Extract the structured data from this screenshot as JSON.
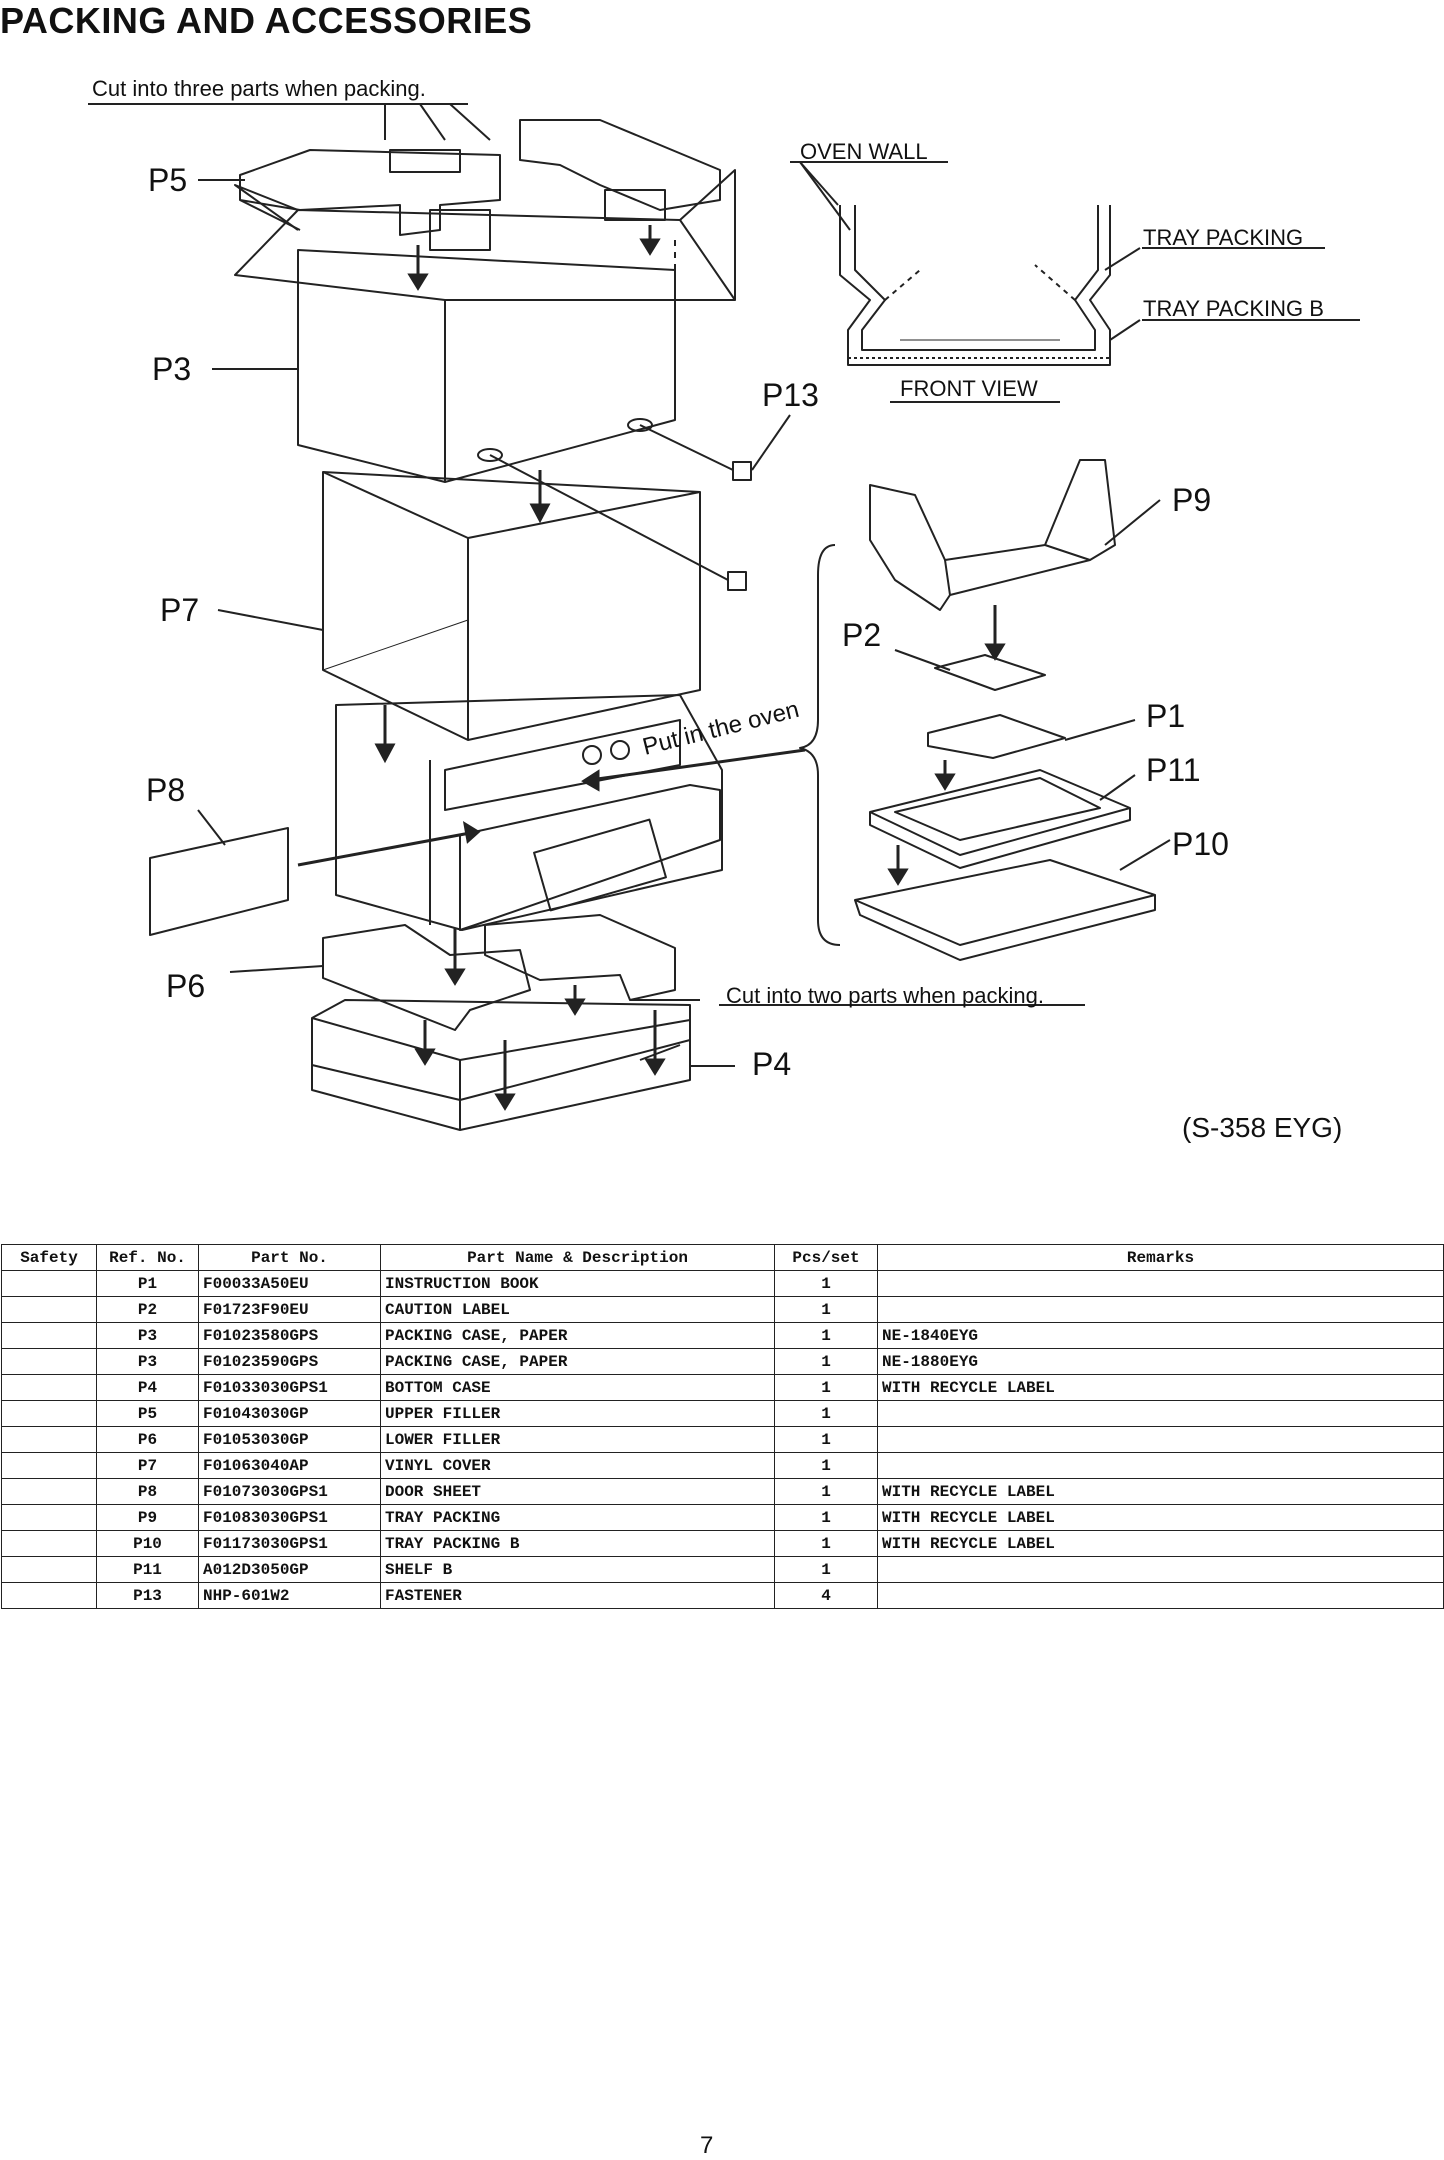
{
  "header": {
    "title": "PACKING AND ACCESSORIES"
  },
  "diagram": {
    "notes": {
      "cut_three": "Cut into three parts when packing.",
      "put_in_oven": "Put in the oven",
      "cut_two": "Cut into two parts when packing."
    },
    "front_view": {
      "oven_wall": "OVEN WALL",
      "tray_packing": "TRAY PACKING",
      "tray_packing_b": "TRAY PACKING B",
      "caption": "FRONT VIEW"
    },
    "labels": {
      "p1": "P1",
      "p2": "P2",
      "p3": "P3",
      "p4": "P4",
      "p5": "P5",
      "p6": "P6",
      "p7": "P7",
      "p8": "P8",
      "p9": "P9",
      "p10": "P10",
      "p11": "P11",
      "p13": "P13"
    },
    "model_code": "(S-358 EYG)"
  },
  "table": {
    "headers": [
      "Safety",
      "Ref. No.",
      "Part No.",
      "Part Name & Description",
      "Pcs/set",
      "Remarks"
    ],
    "rows": [
      [
        "",
        "P1",
        "F00033A50EU",
        "INSTRUCTION BOOK",
        "1",
        ""
      ],
      [
        "",
        "P2",
        "F01723F90EU",
        "CAUTION LABEL",
        "1",
        ""
      ],
      [
        "",
        "P3",
        "F01023580GPS",
        "PACKING CASE, PAPER",
        "1",
        "NE-1840EYG"
      ],
      [
        "",
        "P3",
        "F01023590GPS",
        "PACKING CASE, PAPER",
        "1",
        "NE-1880EYG"
      ],
      [
        "",
        "P4",
        "F01033030GPS1",
        "BOTTOM CASE",
        "1",
        "WITH RECYCLE LABEL"
      ],
      [
        "",
        "P5",
        "F01043030GP",
        "UPPER FILLER",
        "1",
        ""
      ],
      [
        "",
        "P6",
        "F01053030GP",
        "LOWER FILLER",
        "1",
        ""
      ],
      [
        "",
        "P7",
        "F01063040AP",
        "VINYL COVER",
        "1",
        ""
      ],
      [
        "",
        "P8",
        "F01073030GPS1",
        "DOOR SHEET",
        "1",
        "WITH RECYCLE LABEL"
      ],
      [
        "",
        "P9",
        "F01083030GPS1",
        "TRAY PACKING",
        "1",
        "WITH RECYCLE LABEL"
      ],
      [
        "",
        "P10",
        "F01173030GPS1",
        "TRAY PACKING B",
        "1",
        "WITH RECYCLE LABEL"
      ],
      [
        "",
        "P11",
        "A012D3050GP",
        "SHELF B",
        "1",
        ""
      ],
      [
        "",
        "P13",
        "NHP-601W2",
        "FASTENER",
        "4",
        ""
      ]
    ]
  },
  "footer": {
    "page_number": "7"
  }
}
